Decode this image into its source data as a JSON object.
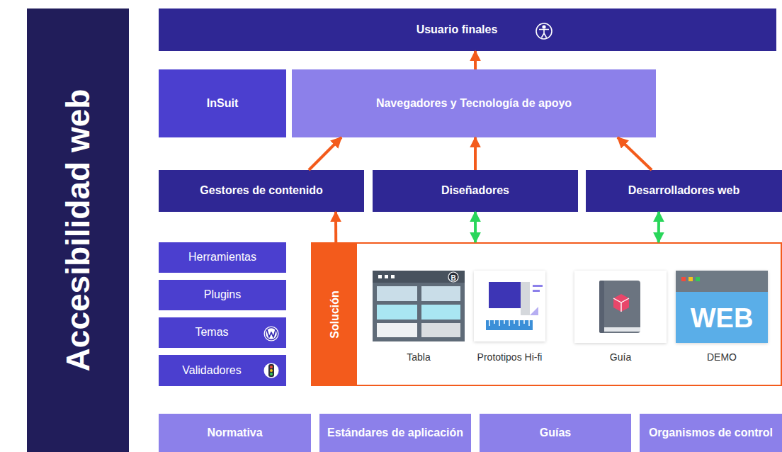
{
  "diagram": {
    "nodes": [
      {
        "text": [
          "Accesibilidad web"
        ]
      },
      {
        "text": [
          "Usuario finales"
        ]
      },
      {
        "text": [
          "InSuit"
        ]
      },
      {
        "text": [
          "Navegadores y Tecnología de apoyo"
        ]
      },
      {
        "text": [
          "Gestores de contenido"
        ]
      },
      {
        "text": [
          "Diseñadores"
        ]
      },
      {
        "text": [
          "Desarrolladores web"
        ]
      },
      {
        "text": [
          "Herramientas"
        ]
      },
      {
        "text": [
          "Plugins"
        ]
      },
      {
        "text": [
          "Temas"
        ]
      },
      {
        "text": [
          "Validadores"
        ]
      },
      {
        "text": [
          "Solución"
        ]
      },
      {
        "text": [
          "Tabla"
        ],
        "in": 11
      },
      {
        "text": [
          "Prototipos Hi-fi"
        ],
        "in": 11
      },
      {
        "text": [
          "Guía"
        ],
        "in": 11
      },
      {
        "text": [
          "DEMO"
        ],
        "in": 11
      },
      {
        "text": [
          "Normativa"
        ]
      },
      {
        "text": [
          "Estándares de aplicación"
        ]
      },
      {
        "text": [
          "Guías"
        ]
      },
      {
        "text": [
          "Organismos de control"
        ]
      }
    ],
    "edges": [
      {
        "from": 3,
        "to": 1,
        "arrow": "to"
      },
      {
        "from": 4,
        "to": 3,
        "arrow": "to"
      },
      {
        "from": 5,
        "to": 3,
        "arrow": "to"
      },
      {
        "from": 6,
        "to": 3,
        "arrow": "to"
      },
      {
        "from": 11,
        "to": 4,
        "arrow": "to"
      },
      {
        "from": 5,
        "to": 11,
        "arrow": "both"
      },
      {
        "from": 6,
        "to": 11,
        "arrow": "both"
      }
    ],
    "labels": [
      "B",
      "WEB"
    ]
  }
}
